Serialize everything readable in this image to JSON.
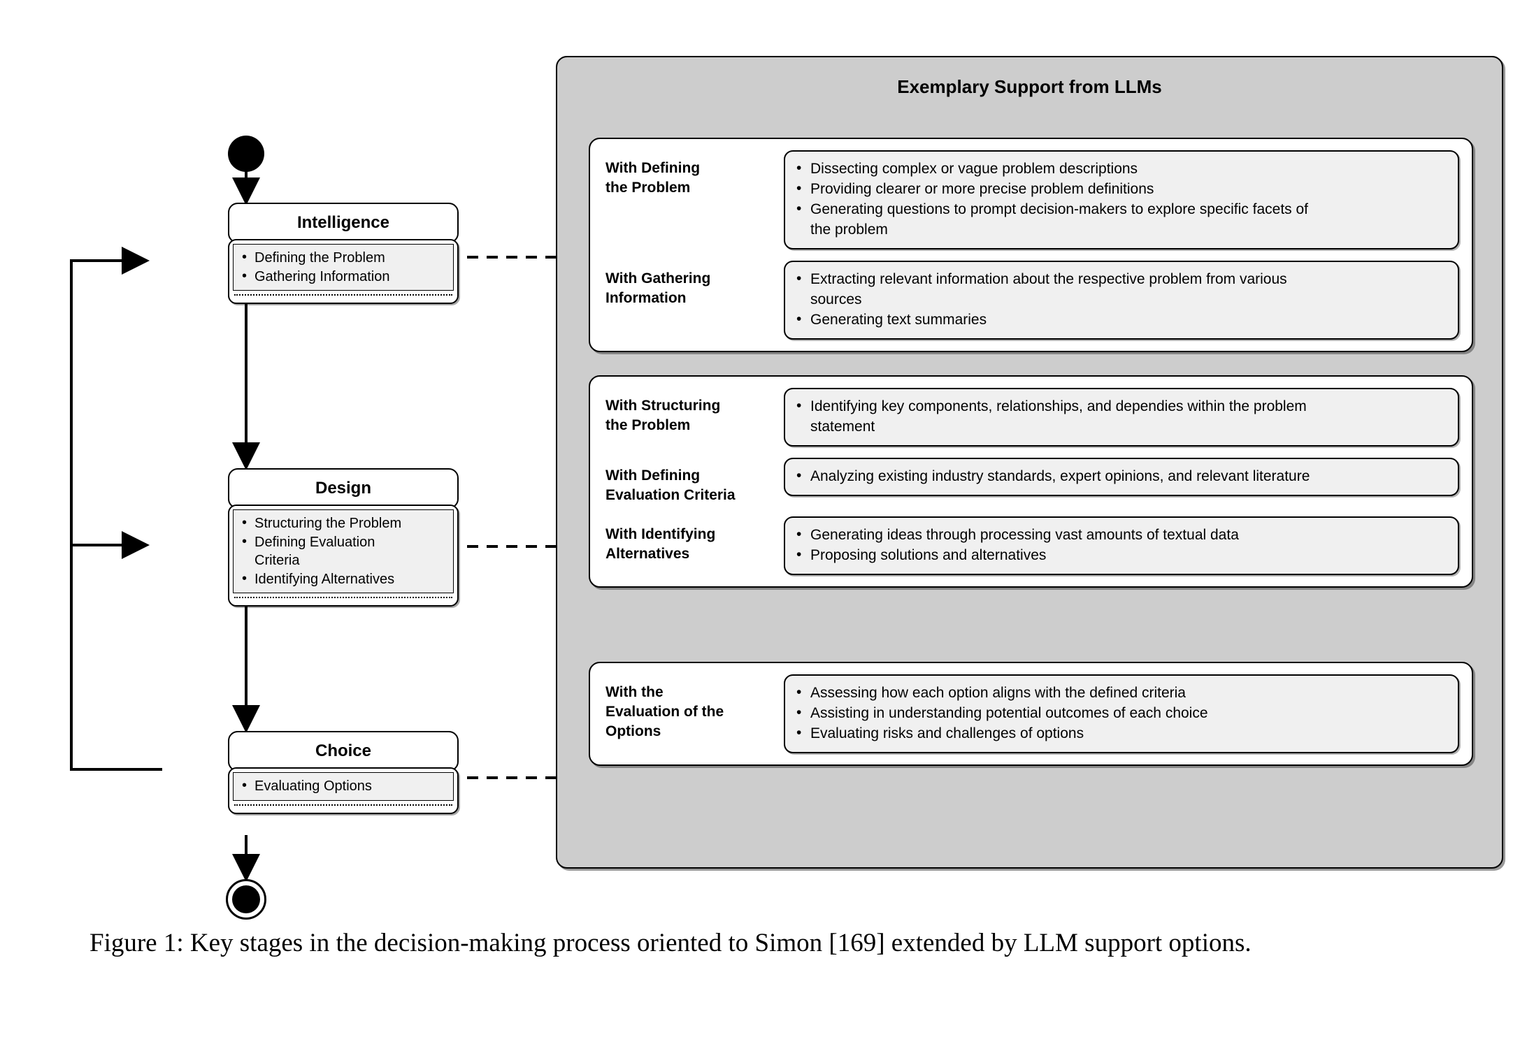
{
  "figure": {
    "panel_title": "Exemplary Support from LLMs",
    "panel_color": "#cdcdcd",
    "card_color": "#f0f0f0",
    "stroke_color": "#000000"
  },
  "process": {
    "initial_node": "initial-node",
    "final_node": "final-node",
    "stages": [
      {
        "title": "Intelligence",
        "activities": [
          "Defining the Problem",
          "Gathering Information"
        ]
      },
      {
        "title": "Design",
        "activities": [
          "Structuring the Problem",
          "Defining Evaluation\n   Criteria",
          "Identifying Alternatives"
        ]
      },
      {
        "title": "Choice",
        "activities": [
          "Evaluating Options"
        ]
      }
    ]
  },
  "llm_support": {
    "groups": [
      {
        "rows": [
          {
            "label": "With Defining\nthe Problem",
            "items": [
              "Dissecting complex or vague problem descriptions",
              "Providing clearer or more precise problem definitions",
              "Generating questions to prompt decision-makers to explore specific facets of\n    the problem"
            ]
          },
          {
            "label": "With Gathering\nInformation",
            "items": [
              "Extracting relevant information about the respective problem from various\n    sources",
              "Generating text summaries"
            ]
          }
        ]
      },
      {
        "rows": [
          {
            "label": "With Structuring\nthe Problem",
            "items": [
              "Identifying key components, relationships, and dependies within the problem\n    statement"
            ]
          },
          {
            "label": "With Defining\nEvaluation Criteria",
            "items": [
              "Analyzing existing industry standards, expert opinions, and relevant literature"
            ]
          },
          {
            "label": "With Identifying\nAlternatives",
            "items": [
              "Generating ideas through processing vast amounts of textual data",
              "Proposing solutions and alternatives"
            ]
          }
        ]
      },
      {
        "rows": [
          {
            "label": "With the\nEvaluation of the\nOptions",
            "items": [
              "Assessing how each option aligns with the defined criteria",
              "Assisting in understanding potential outcomes of each choice",
              "Evaluating risks and challenges of options"
            ]
          }
        ]
      }
    ]
  },
  "caption": {
    "text": "Figure 1:  Key stages in the decision-making process oriented to Simon [169] extended by LLM support options."
  }
}
